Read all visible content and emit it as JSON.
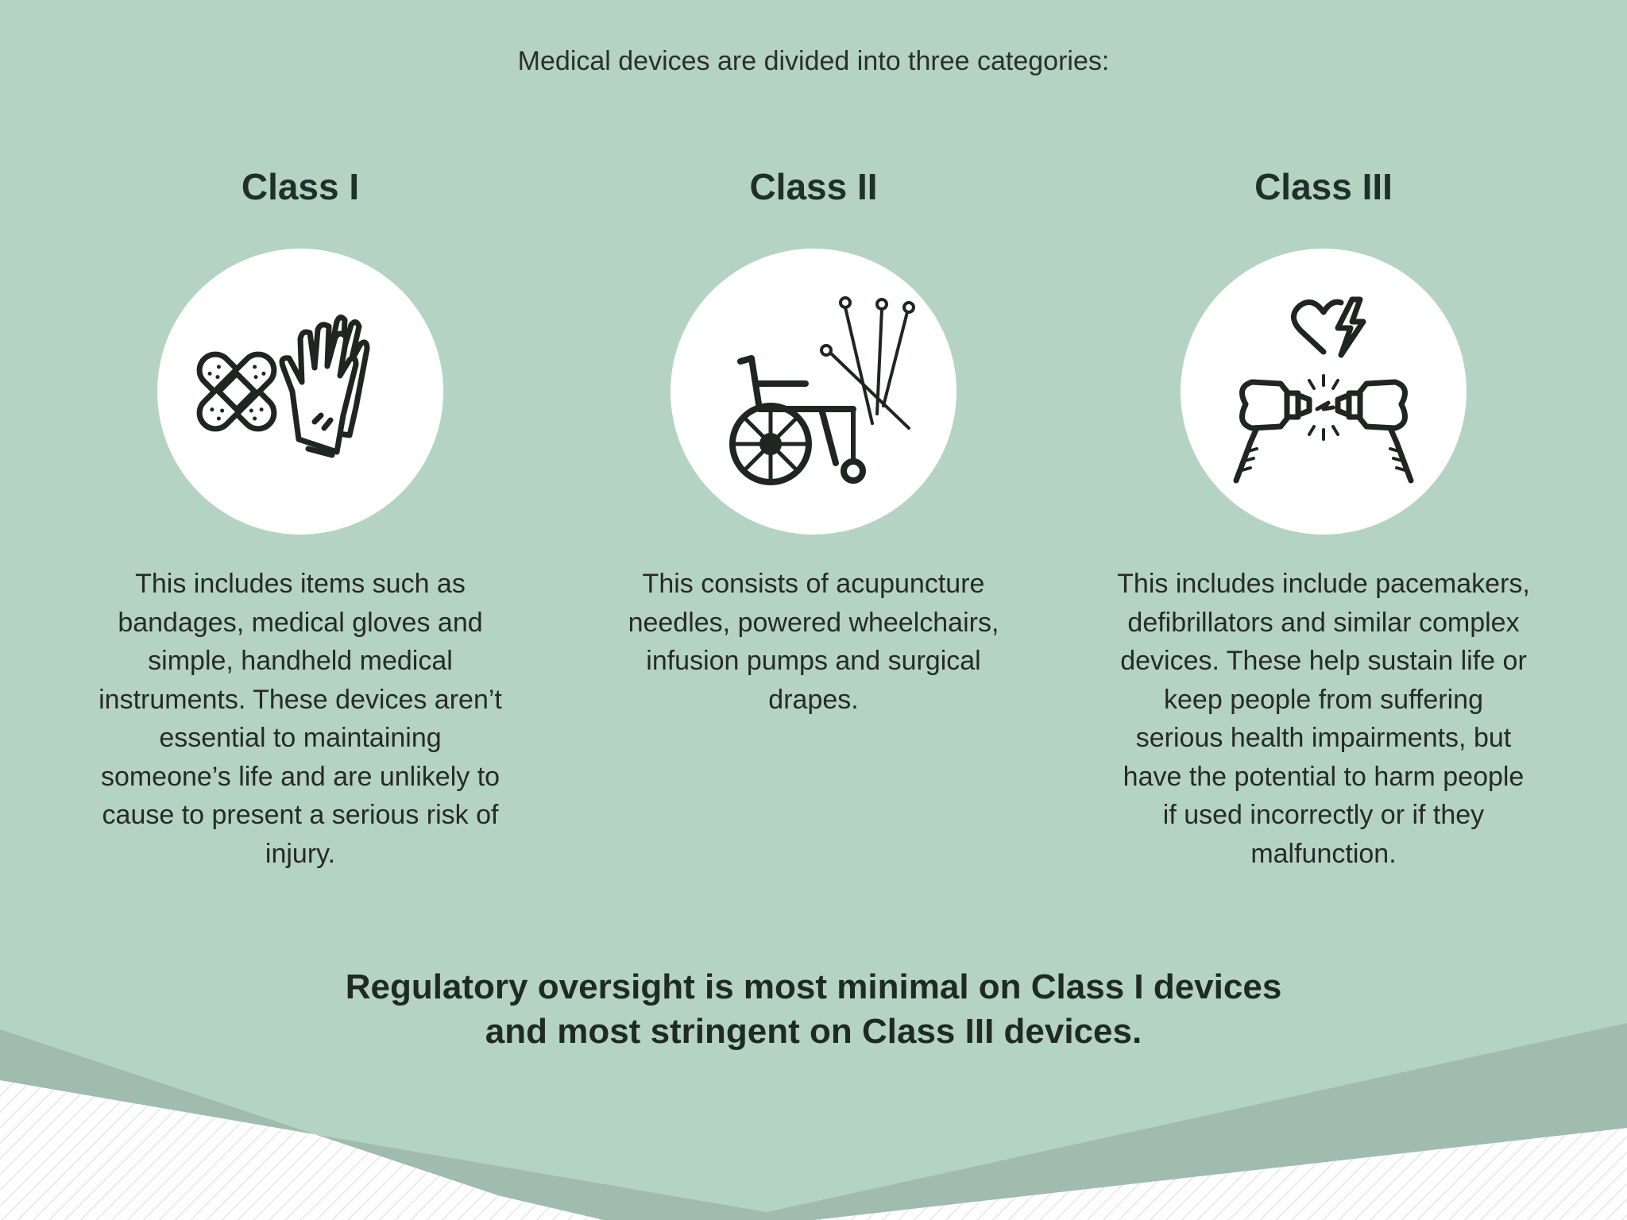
{
  "intro": "Medical devices are divided into three categories:",
  "classes": [
    {
      "title": "Class I",
      "icon": "bandage-gloves-icon",
      "description": "This includes items such as bandages, medical gloves and simple, handheld medical instruments. These devices aren’t essential to maintaining someone’s life and are unlikely to cause to present a serious risk of injury."
    },
    {
      "title": "Class II",
      "icon": "wheelchair-needles-icon",
      "description": "This consists of acupuncture needles, powered wheelchairs, infusion pumps and surgical drapes."
    },
    {
      "title": "Class III",
      "icon": "heart-defibrillator-icon",
      "description": "This includes include pacemakers, defibrillators and similar complex devices. These help sustain life or keep people from suffering serious health impairments, but have the potential to harm people if used incorrectly or if they malfunction."
    }
  ],
  "footer": {
    "line1": "Regulatory oversight is most minimal on Class I devices",
    "line2": "and most stringent on Class III devices."
  },
  "colors": {
    "background": "#b5d3c3",
    "band": "#9fbcae",
    "icon": "#1f2622"
  }
}
